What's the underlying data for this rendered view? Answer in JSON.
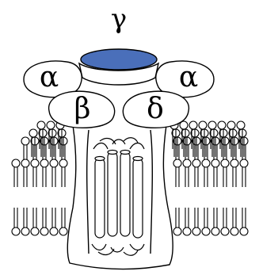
{
  "labels": {
    "gamma": "γ",
    "alpha_left": "α",
    "alpha_right": "α",
    "beta": "β",
    "delta": "δ"
  },
  "colors": {
    "gamma_subunit": "#4a6fba",
    "outline": "#000000",
    "background": "#ffffff"
  }
}
